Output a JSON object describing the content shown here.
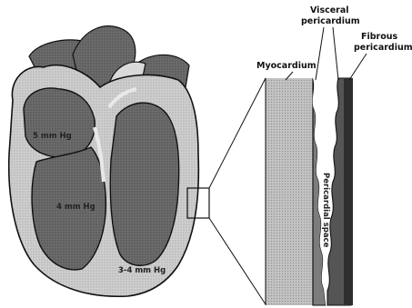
{
  "labels": {
    "visceral_line1": "Visceral",
    "visceral_line2": "pericardium",
    "fibrous_line1": "Fibrous",
    "fibrous_line2": "pericardium",
    "myocardium": "Myocardium",
    "pericardial_space": "Pericardial space",
    "pressure_upper": "5 mm Hg",
    "pressure_middle": "4 mm Hg",
    "pressure_lower": "3-4 mm Hg"
  },
  "colors": {
    "heart_outer": "#c9c9c9",
    "heart_inner": "#6f6f6f",
    "myocardium_band": "#bdbdbd",
    "visceral_layer": "#8a8a8a",
    "fibrous_layer": "#3c3c3c",
    "outline": "#111111"
  }
}
